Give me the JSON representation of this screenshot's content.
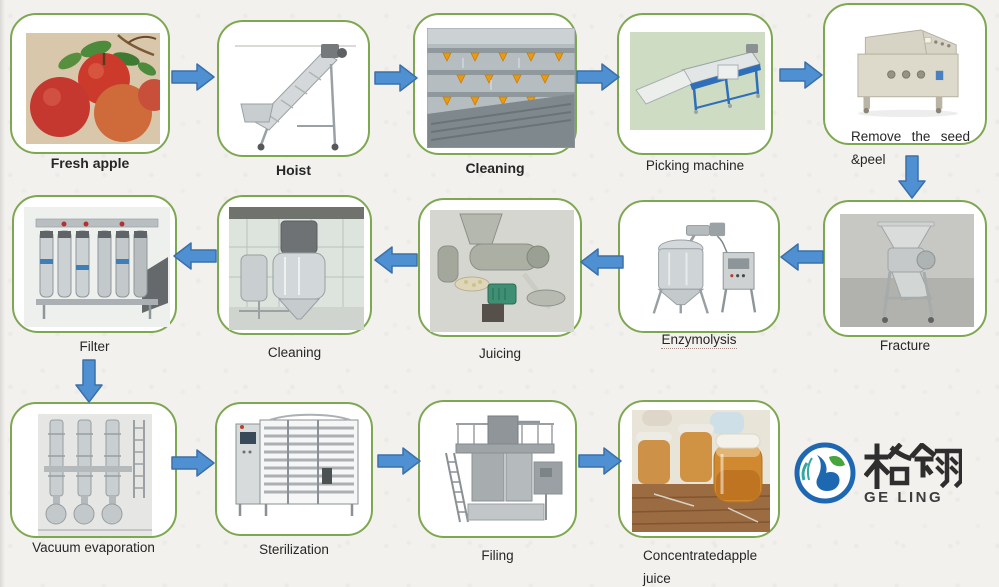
{
  "diagram": {
    "stations": [
      {
        "id": "fresh-apple",
        "label": "Fresh apple",
        "row": 1
      },
      {
        "id": "hoist",
        "label": "Hoist",
        "row": 1
      },
      {
        "id": "cleaning",
        "label": "Cleaning",
        "row": 1
      },
      {
        "id": "picking-machine",
        "label": "Picking machine",
        "row": 1
      },
      {
        "id": "remove-the-seed-and-peel",
        "label": "Remove the seed &peel",
        "label_lines": [
          [
            "Remove",
            "the",
            "seed"
          ],
          [
            "&peel"
          ]
        ],
        "row": 1
      },
      {
        "id": "fracture",
        "label": "Fracture",
        "row": 2
      },
      {
        "id": "enzymolysis",
        "label": "Enzymolysis",
        "row": 2
      },
      {
        "id": "juicing",
        "label": "Juicing",
        "row": 2
      },
      {
        "id": "cleaning-tank",
        "label": "Cleaning",
        "row": 2
      },
      {
        "id": "filter",
        "label": "Filter",
        "row": 2
      },
      {
        "id": "vacuum-evaporation",
        "label": "Vacuum evaporation",
        "row": 3
      },
      {
        "id": "sterilization",
        "label": "Sterilization",
        "row": 3
      },
      {
        "id": "filing",
        "label": "Filing",
        "row": 3
      },
      {
        "id": "concentrated-apple-juice",
        "label": "Concentrated apple juice",
        "label_lines": [
          [
            "Concentrated",
            "apple"
          ],
          [
            "juice"
          ]
        ],
        "row": 3
      }
    ]
  },
  "logo": {
    "chinese": "格翎",
    "latin": "GE LING"
  },
  "colors": {
    "background": "#f2f1ee",
    "card_border": "#7ea751",
    "arrow_fill": "#4e90d2",
    "arrow_border": "#3b70a8",
    "label_text": "#262626",
    "logo_blue": "#1e68b2",
    "logo_green": "#48a43d",
    "logo_teal": "#33a7a0"
  }
}
